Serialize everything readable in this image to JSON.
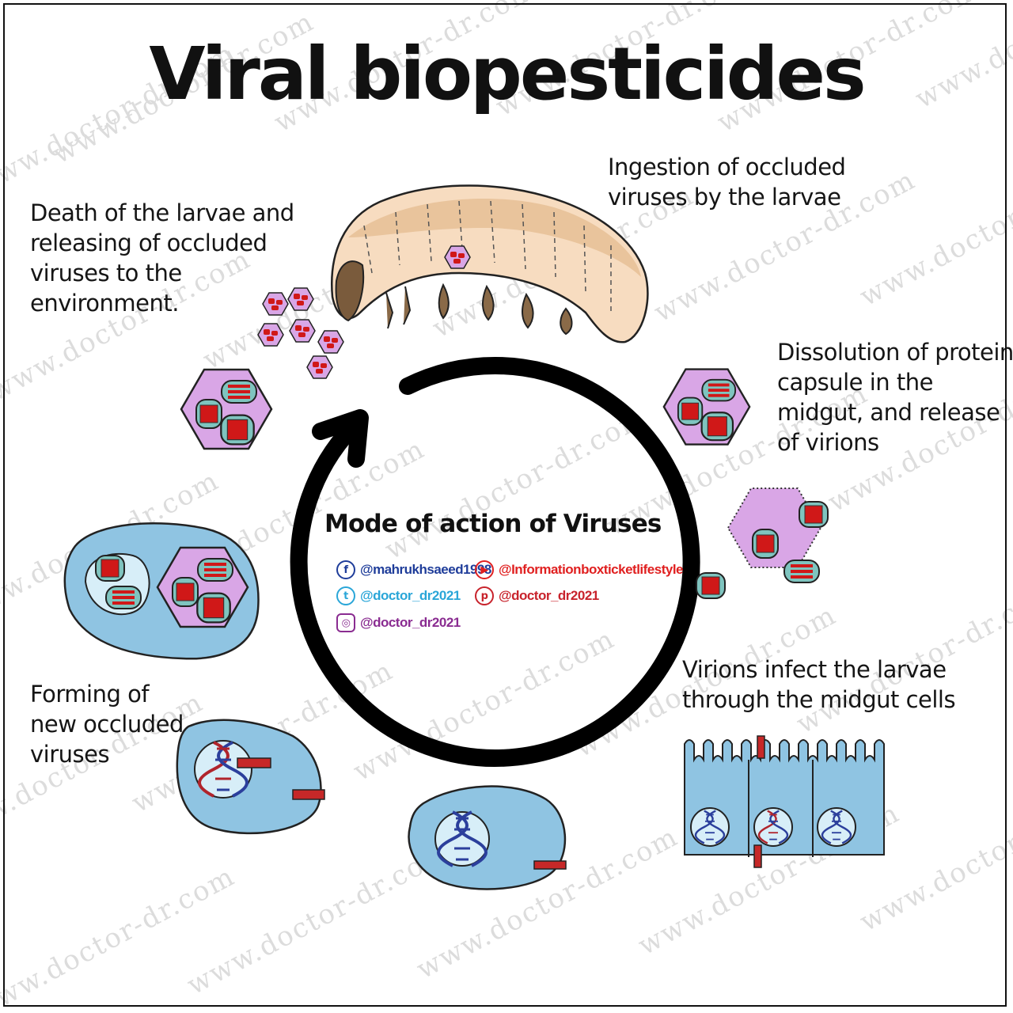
{
  "title": "Viral biopesticides",
  "watermark": "www.doctor-dr.com",
  "center": {
    "title": "Mode of action of Viruses",
    "socials": [
      {
        "icon": "facebook-icon",
        "handle": "@mahrukhsaeed1998",
        "color": "#1f3d9a"
      },
      {
        "icon": "youtube-icon",
        "handle": "@Informationboxticketlifestyle",
        "color": "#e02020"
      },
      {
        "icon": "twitter-icon",
        "handle": "@doctor_dr2021",
        "color": "#2aa6d8"
      },
      {
        "icon": "pinterest-icon",
        "handle": "@doctor_dr2021",
        "color": "#c8232c"
      },
      {
        "icon": "instagram-icon",
        "handle": "@doctor_dr2021",
        "color": "#8a2c91"
      }
    ]
  },
  "steps": {
    "ingestion": [
      "Ingestion of occluded",
      "viruses by the larvae"
    ],
    "dissolution": [
      "Dissolution of protein",
      "capsule in the",
      "midgut, and release",
      "of virions"
    ],
    "infect": [
      "Virions infect the larvae",
      "through the midgut cells"
    ],
    "forming": [
      "Forming of",
      "new occluded",
      "viruses"
    ],
    "death": [
      "Death of the larvae and",
      "releasing of occluded",
      "viruses to the",
      "environment."
    ]
  },
  "colors": {
    "occlusion_body": "#d9a6e6",
    "virion_shell": "#7fc4bf",
    "virion_core": "#d01818",
    "cell": "#8fc4e2",
    "larva": "#f7dcc0",
    "larva_dark": "#7a5b3c",
    "dna_blue": "#2b3f9c",
    "dna_red": "#b0242c"
  }
}
